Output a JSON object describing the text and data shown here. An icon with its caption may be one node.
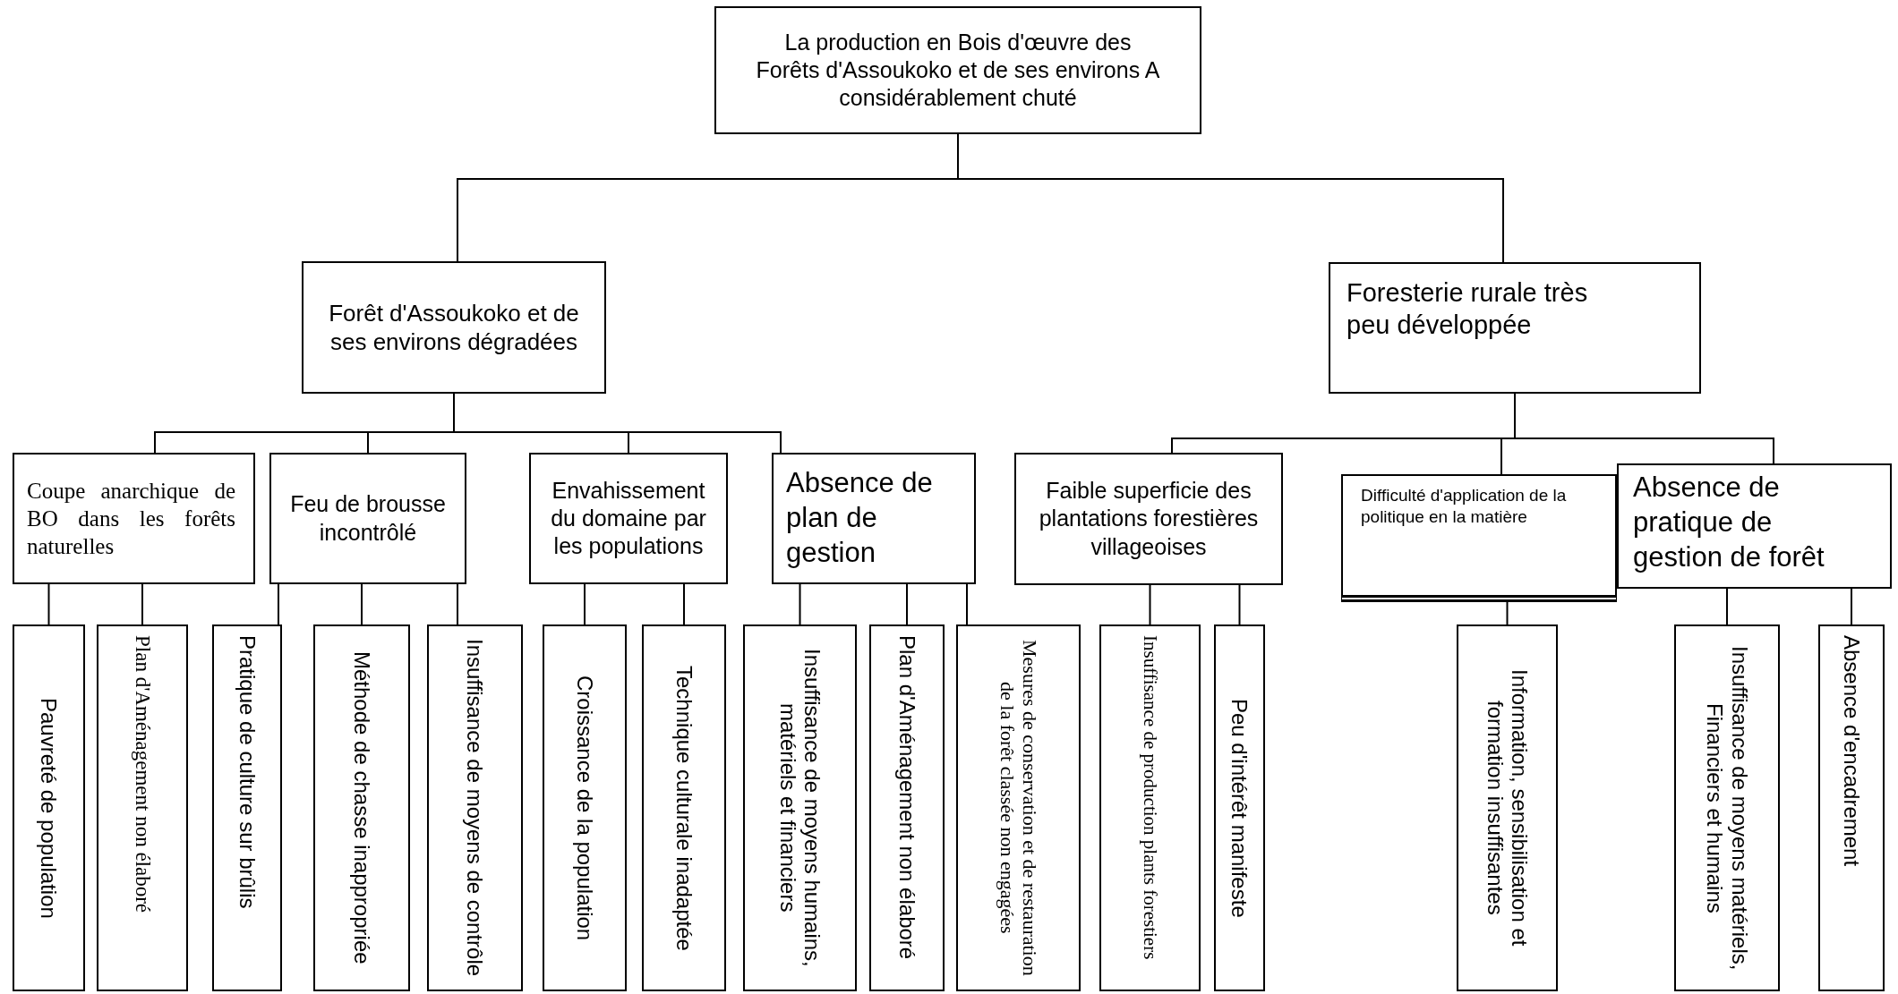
{
  "diagram": {
    "nodes": [
      {
        "text": [
          "La production en Bois d'œuvre des Forêts d'Assoukoko et de ses environs A considérablement chuté"
        ]
      },
      {
        "text": [
          "Forêt d'Assoukoko et de ses environs dégradées"
        ]
      },
      {
        "text": [
          "Foresterie rurale très peu développée"
        ]
      },
      {
        "text": [
          "Coupe anarchique de BO dans les forêts naturelles"
        ]
      },
      {
        "text": [
          "Feu de brousse incontrôlé"
        ]
      },
      {
        "text": [
          "Envahissement du domaine par les populations"
        ]
      },
      {
        "text": [
          "Absence de plan de gestion"
        ]
      },
      {
        "text": [
          "Faible superficie des plantations forestières villageoises"
        ]
      },
      {
        "text": [
          "Difficulté d'application de la politique en la matière"
        ]
      },
      {
        "text": [
          "Absence de pratique de gestion de forêt"
        ]
      },
      {
        "text": [
          "Pauvreté de population"
        ]
      },
      {
        "text": [
          "Plan d'Aménagement non élaboré"
        ]
      },
      {
        "text": [
          "Pratique de culture sur brûlis"
        ]
      },
      {
        "text": [
          "Méthode de chasse inappropriée"
        ]
      },
      {
        "text": [
          "Insuffisance de moyens de contrôle"
        ]
      },
      {
        "text": [
          "Croissance de la population"
        ]
      },
      {
        "text": [
          "Technique culturale inadaptée"
        ]
      },
      {
        "text": [
          "Insuffisance de moyens humains, matériels et financiers"
        ]
      },
      {
        "text": [
          "Plan d'Aménagement non élaboré"
        ]
      },
      {
        "text": [
          "Mesures de conservation et de restauration de la forêt classée non engagées"
        ]
      },
      {
        "text": [
          "Insuffisance de production plants forestiers"
        ]
      },
      {
        "text": [
          "Peu d'intérêt manifeste"
        ]
      },
      {
        "text": [
          "Information, sensibilisation et formation insuffisantes"
        ]
      },
      {
        "text": [
          "Insuffisance de moyens matériels, Financiers et humains"
        ]
      },
      {
        "text": [
          "Absence  d'encadrement"
        ]
      }
    ],
    "edges": [
      {
        "from": 0,
        "to": 1,
        "arrow": "none"
      },
      {
        "from": 0,
        "to": 2,
        "arrow": "none"
      },
      {
        "from": 1,
        "to": 3,
        "arrow": "none"
      },
      {
        "from": 1,
        "to": 4,
        "arrow": "none"
      },
      {
        "from": 1,
        "to": 5,
        "arrow": "none"
      },
      {
        "from": 1,
        "to": 6,
        "arrow": "none"
      },
      {
        "from": 2,
        "to": 7,
        "arrow": "none"
      },
      {
        "from": 2,
        "to": 8,
        "arrow": "none"
      },
      {
        "from": 2,
        "to": 9,
        "arrow": "none"
      },
      {
        "from": 3,
        "to": 10,
        "arrow": "none"
      },
      {
        "from": 3,
        "to": 11,
        "arrow": "none"
      },
      {
        "from": 4,
        "to": 12,
        "arrow": "none"
      },
      {
        "from": 4,
        "to": 13,
        "arrow": "none"
      },
      {
        "from": 4,
        "to": 14,
        "arrow": "none"
      },
      {
        "from": 5,
        "to": 15,
        "arrow": "none"
      },
      {
        "from": 5,
        "to": 16,
        "arrow": "none"
      },
      {
        "from": 6,
        "to": 17,
        "arrow": "none"
      },
      {
        "from": 6,
        "to": 18,
        "arrow": "none"
      },
      {
        "from": 6,
        "to": 19,
        "arrow": "none"
      },
      {
        "from": 7,
        "to": 20,
        "arrow": "none"
      },
      {
        "from": 7,
        "to": 21,
        "arrow": "none"
      },
      {
        "from": 8,
        "to": 22,
        "arrow": "none"
      },
      {
        "from": 9,
        "to": 23,
        "arrow": "none"
      },
      {
        "from": 9,
        "to": 24,
        "arrow": "none"
      }
    ]
  }
}
